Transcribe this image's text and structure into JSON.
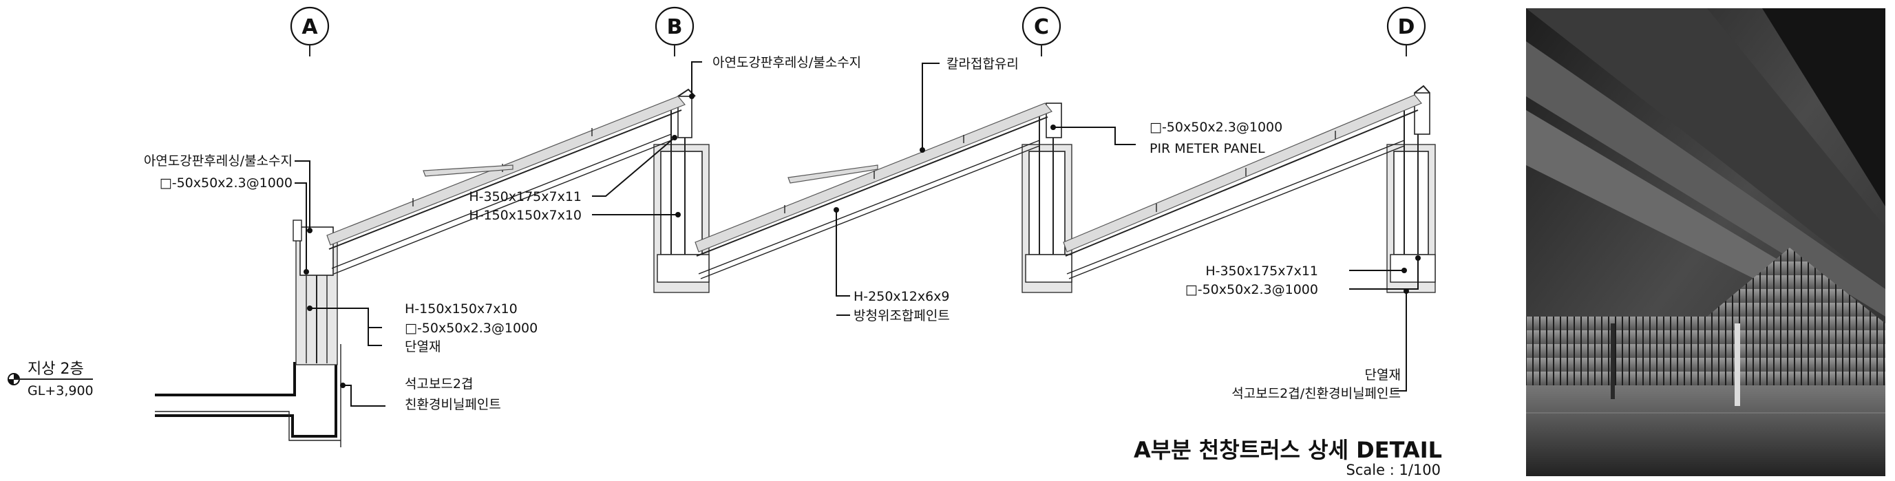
{
  "grid_labels": [
    "A",
    "B",
    "C",
    "D"
  ],
  "level": {
    "name": "지상 2층",
    "elevation": "GL+3,900"
  },
  "title": {
    "main": "A부분 천창트러스 상세 DETAIL",
    "scale": "Scale : 1/100"
  },
  "annotations": {
    "a_roof_finish": "아연도강판후레싱/불소수지",
    "a_roof_pipe": "□-50x50x2.3@1000",
    "a_col": "H-150x150x7x10",
    "a_pipe": "□-50x50x2.3@1000",
    "a_insul": "단열재",
    "a_board": "석고보드2겹",
    "a_paint": "친환경비닐페인트",
    "b_finish": "아연도강판후레싱/불소수지",
    "b_beam": "H-350x175x7x11",
    "b_col": "H-150x150x7x10",
    "c_glass": "칼라접합유리",
    "c_beam": "H-250x12x6x9",
    "c_paint": "방청위조합페인트",
    "c_pipe": "□-50x50x2.3@1000",
    "c_panel": "PIR METER PANEL",
    "d_beam": "H-350x175x7x11",
    "d_pipe": "□-50x50x2.3@1000",
    "d_insul": "단열재",
    "d_board": "석고보드2겹/친환경비닐페인트"
  },
  "photo": {
    "description_icon": "interior-photo"
  }
}
